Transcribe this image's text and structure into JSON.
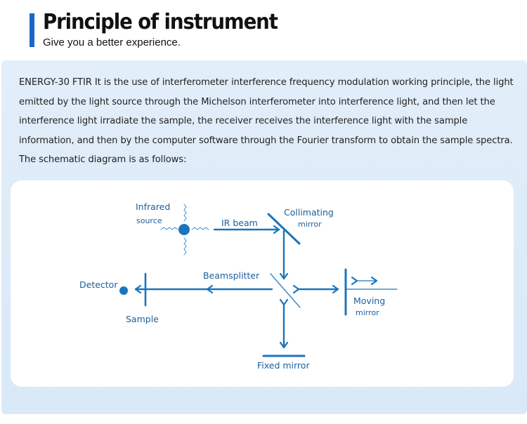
{
  "header": {
    "title": "Principle of instrument",
    "subtitle": "Give you a better experience."
  },
  "description": "ENERGY-30  FTIR It is the use of interferometer interference frequency modulation working principle, the light emitted by the light source through the Michelson interferometer into interference light, and then let the interference light irradiate the sample, the receiver receives the interference light with the sample information, and then by the computer software through the Fourier transform to obtain the sample spectra. The schematic diagram is as follows:",
  "diagram": {
    "labels": {
      "infrared": "Infrared",
      "source": "source",
      "ir_beam": "IR beam",
      "collimating": "Collimating",
      "collimating_mirror": "mirror",
      "beamsplitter": "Beamsplitter",
      "detector": "Detector",
      "sample": "Sample",
      "moving": "Moving",
      "moving_mirror": "mirror",
      "fixed_mirror": "Fixed mirror"
    },
    "colors": {
      "accent": "#1a67c9",
      "diagram_stroke": "#1b75bb",
      "label": "#1a5f9a",
      "panel_bg": "#dceaf8"
    }
  }
}
